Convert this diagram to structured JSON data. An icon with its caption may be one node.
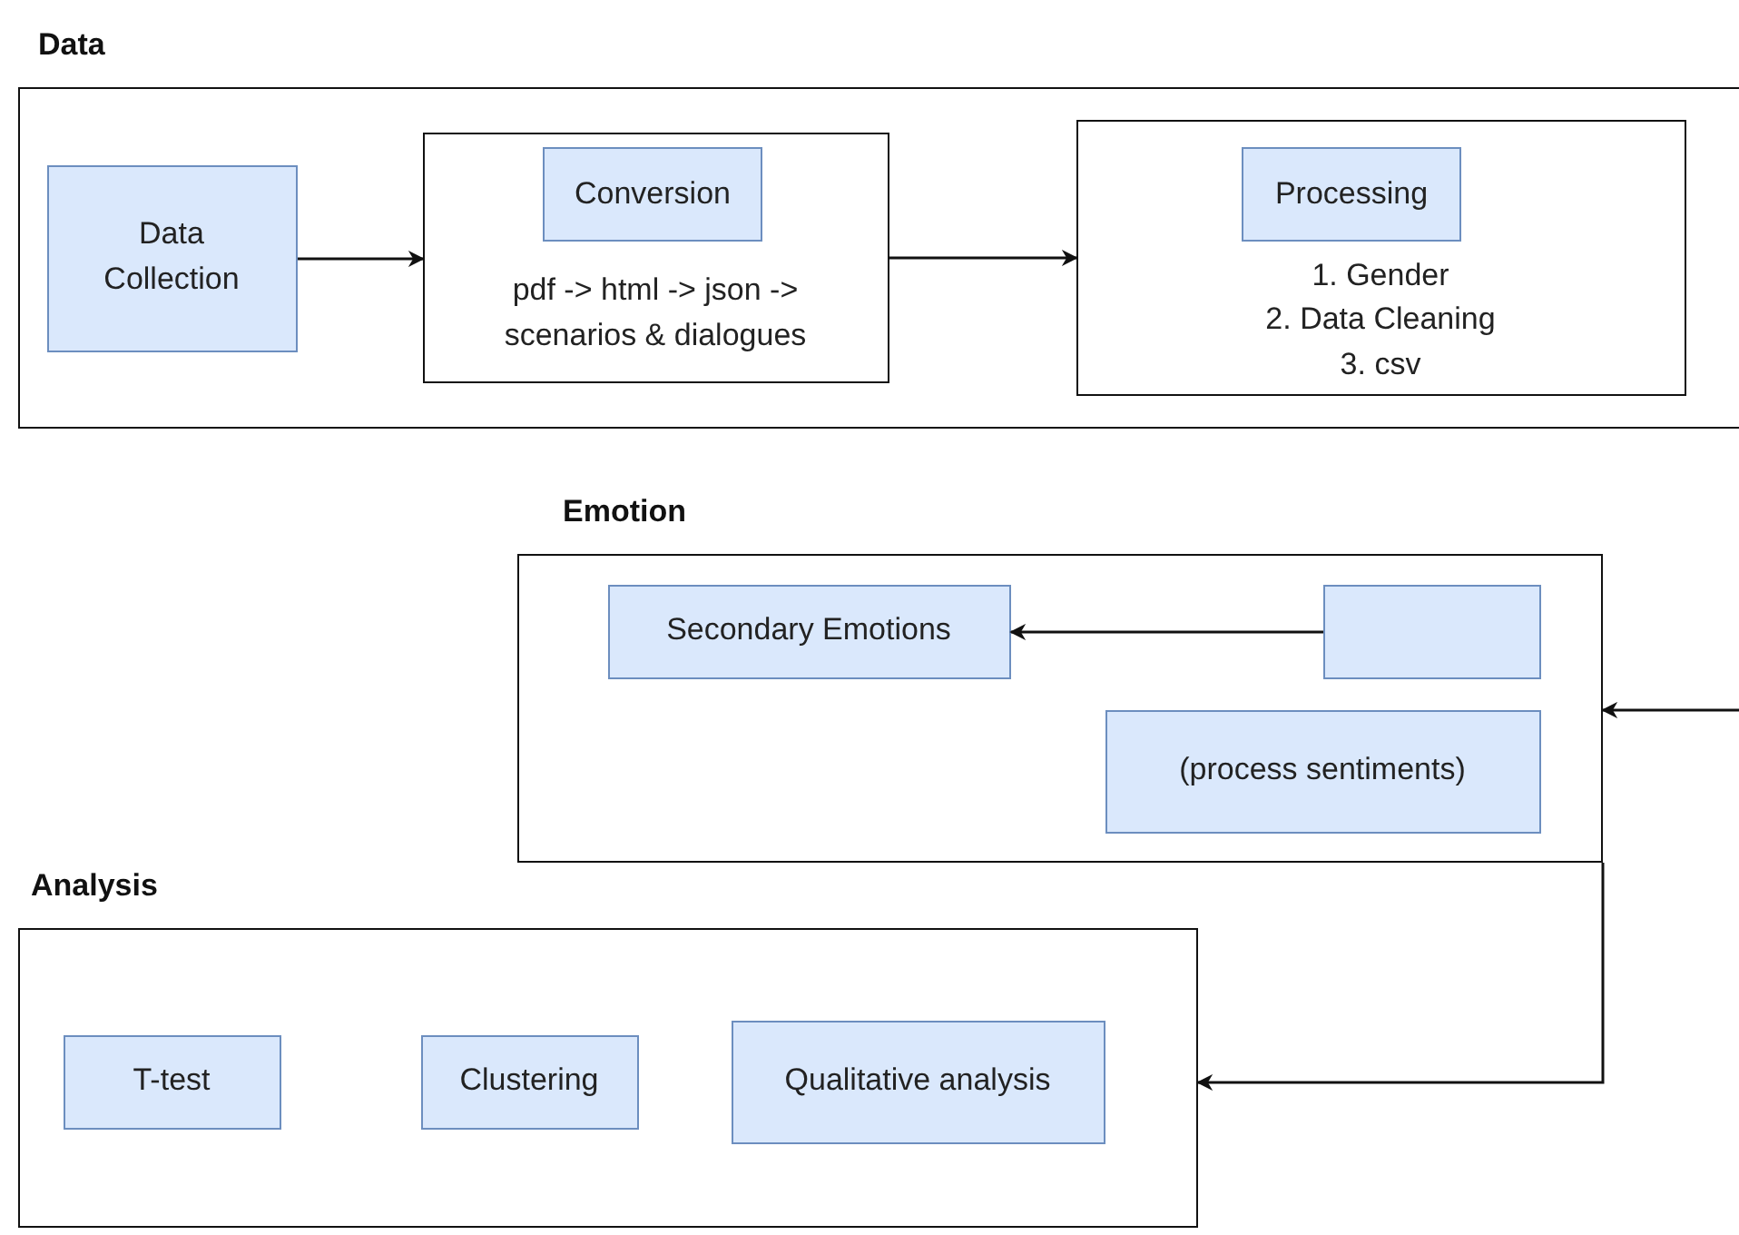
{
  "diagram": {
    "nodes": [
      {
        "text": [
          "Data"
        ]
      },
      {
        "text": [
          "Data Collection"
        ],
        "in": 0
      },
      {
        "text": [
          "pdf -> html -> json -> scenarios & dialogues"
        ],
        "in": 0
      },
      {
        "text": [
          "Conversion"
        ],
        "in": 2
      },
      {
        "text": [
          "1. Gender",
          "2. Data Cleaning",
          "3. csv"
        ],
        "in": 0
      },
      {
        "text": [
          "Processing"
        ],
        "in": 4
      },
      {
        "text": [
          "Emotion"
        ]
      },
      {
        "text": [
          "Secondary Emotions"
        ],
        "in": 6
      },
      {
        "text": [],
        "shape": "box",
        "in": 6
      },
      {
        "text": [
          "(process sentiments)"
        ],
        "in": 6
      },
      {
        "text": [
          "Analysis"
        ]
      },
      {
        "text": [
          "T-test"
        ],
        "in": 10
      },
      {
        "text": [
          "Clustering"
        ],
        "in": 10
      },
      {
        "text": [
          "Qualitative analysis"
        ],
        "in": 10
      }
    ],
    "edges": [
      {
        "from": 1,
        "to": 2,
        "arrow": "to"
      },
      {
        "from": 2,
        "to": 4,
        "arrow": "to"
      },
      {
        "from": 8,
        "to": 7,
        "arrow": "to"
      },
      {
        "from": null,
        "to": 6,
        "arrow": "to"
      },
      {
        "from": 6,
        "to": 10,
        "arrow": "to"
      }
    ]
  }
}
